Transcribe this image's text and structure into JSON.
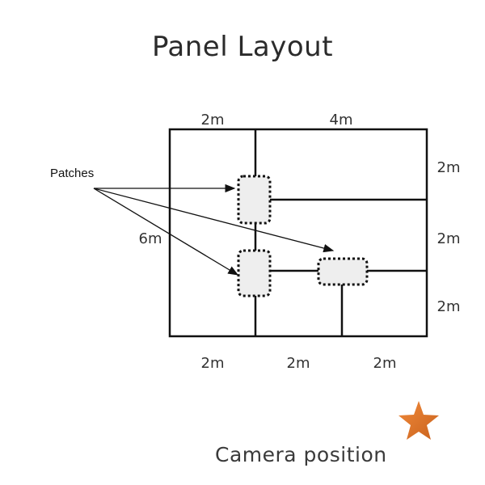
{
  "title": "Panel Layout",
  "dimensions": {
    "top_left": "2m",
    "top_right": "4m",
    "left": "6m",
    "right_top": "2m",
    "right_middle": "2m",
    "right_bottom": "2m",
    "bottom_left": "2m",
    "bottom_middle": "2m",
    "bottom_right": "2m"
  },
  "callout_label": "Patches",
  "caption": "Camera position",
  "colors": {
    "line": "#111111",
    "patch_fill": "#eeeeee",
    "star": "#e07a2c"
  },
  "icons": {
    "camera_marker": "star-icon"
  }
}
